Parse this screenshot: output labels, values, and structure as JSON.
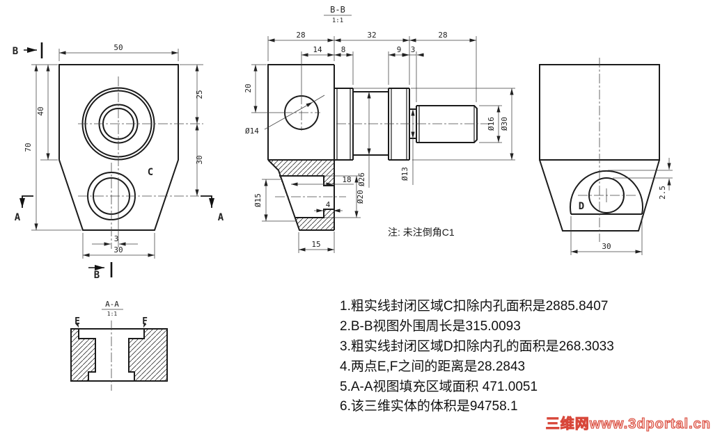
{
  "front_view": {
    "marker_b": "B",
    "marker_a": "A",
    "label_c": "C",
    "dim_width_top": "50",
    "dim_height_upper": "40",
    "dim_height_total": "70",
    "dim_25": "25",
    "dim_30_right": "30",
    "dim_offset_3": "3",
    "dim_30_bottom": "30"
  },
  "section_bb": {
    "title": "B-B",
    "scale": "1:1",
    "dim_28_left": "28",
    "dim_32": "32",
    "dim_28_right": "28",
    "dim_14": "14",
    "dim_8": "8",
    "dim_9": "9",
    "dim_3": "3",
    "dim_20": "20",
    "dia_14": "Ø14",
    "dia_26": "Ø26",
    "dia_13": "Ø13",
    "dia_16": "Ø16",
    "dia_30": "Ø30",
    "dia_15": "Ø15",
    "dim_18": "18",
    "dia_20": "Ø20",
    "dim_4": "4",
    "dim_15": "15"
  },
  "side_view": {
    "label_d": "D",
    "dim_2_5": "2.5",
    "dim_30": "30"
  },
  "section_aa": {
    "title": "A-A",
    "scale": "1:1",
    "label_e": "E",
    "label_f": "F"
  },
  "chamfer_note": "注: 未注倒角C1",
  "notes": [
    "1.粗实线封闭区域C扣除内孔面积是2885.8407",
    "2.B-B视图外围周长是315.0093",
    "3.粗实线封闭区域D扣除内孔的面积是268.3033",
    "4.两点E,F之间的距离是28.2843",
    "5.A-A视图填充区域面积 471.0051",
    "6.该三维实体的体积是94758.1"
  ],
  "watermark": "三维网www.3dportal.cn",
  "colors": {
    "line": "#1b1b1b",
    "watermark_red": "#d8473a",
    "background": "#ffffff"
  }
}
